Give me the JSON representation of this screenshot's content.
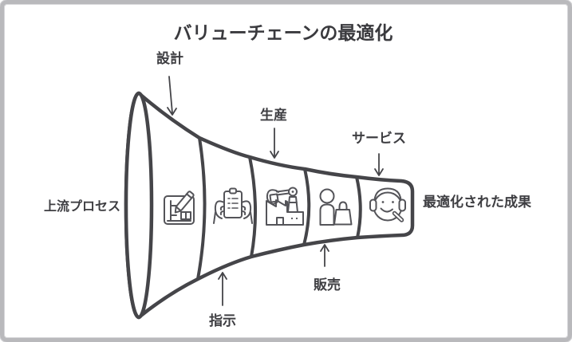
{
  "title": "バリューチェーンの最適化",
  "colors": {
    "outline_stroke": "#454549",
    "icon_stroke": "#545459",
    "text": "#3e3e42",
    "frame_border": "#b9b9bc",
    "background": "#ffffff"
  },
  "funnel": {
    "shape": "horizontal-funnel-five-segments",
    "left_label": "上流プロセス",
    "right_label": "最適化された成果",
    "stages": [
      {
        "label": "設計",
        "icon": "design-blueprint-icon",
        "label_position": "top",
        "arrow": "down"
      },
      {
        "label": "指示",
        "icon": "instruction-clipboard-icon",
        "label_position": "bottom",
        "arrow": "up"
      },
      {
        "label": "生産",
        "icon": "production-factory-icon",
        "label_position": "top",
        "arrow": "down"
      },
      {
        "label": "販売",
        "icon": "sales-person-bag-icon",
        "label_position": "bottom",
        "arrow": "up"
      },
      {
        "label": "サービス",
        "icon": "service-headset-icon",
        "label_position": "top",
        "arrow": "down"
      }
    ]
  }
}
